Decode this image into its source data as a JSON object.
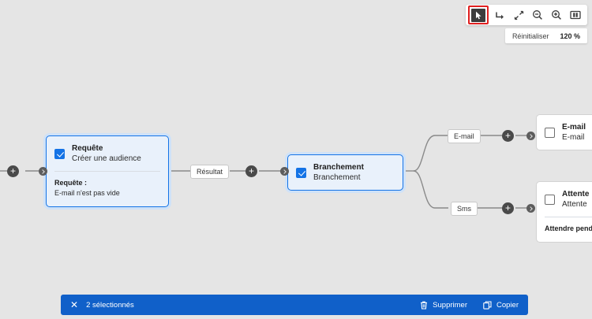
{
  "canvas": {
    "background_color": "#e5e5e5",
    "accent_color": "#1473e6",
    "selection_bar_color": "#1060c9",
    "highlight_color": "#e02020"
  },
  "toolbar": {
    "tools": [
      {
        "name": "select-tool",
        "icon": "cursor-arrow-icon",
        "active": true
      },
      {
        "name": "branch-tool",
        "icon": "branch-arrow-icon",
        "active": false
      },
      {
        "name": "fit-screen-tool",
        "icon": "fit-to-screen-icon",
        "active": false
      },
      {
        "name": "zoom-out-tool",
        "icon": "zoom-out-icon",
        "active": false
      },
      {
        "name": "zoom-in-tool",
        "icon": "zoom-in-icon",
        "active": false
      },
      {
        "name": "panel-tool",
        "icon": "side-panel-icon",
        "active": false
      }
    ],
    "reset_label": "Réinitialiser",
    "zoom_level": "120 %"
  },
  "nodes": [
    {
      "id": "requete",
      "title": "Requête",
      "subtitle": "Créer une audience",
      "checked": true,
      "selected": true,
      "body_label": "Requête :",
      "body_text": "E-mail n'est pas vide"
    },
    {
      "id": "branchement",
      "title": "Branchement",
      "subtitle": "Branchement",
      "checked": true,
      "selected": true
    },
    {
      "id": "email",
      "title": "E-mail",
      "subtitle": "E-mail",
      "checked": false,
      "selected": false
    },
    {
      "id": "attente",
      "title": "Attente",
      "subtitle": "Attente",
      "checked": false,
      "selected": false,
      "body_text": "Attendre pendant"
    }
  ],
  "edge_labels": {
    "resultat": "Résultat",
    "email": "E-mail",
    "sms": "Sms"
  },
  "selection_bar": {
    "close_label": "✕",
    "count_label": "2 sélectionnés",
    "delete_label": "Supprimer",
    "copy_label": "Copier"
  }
}
